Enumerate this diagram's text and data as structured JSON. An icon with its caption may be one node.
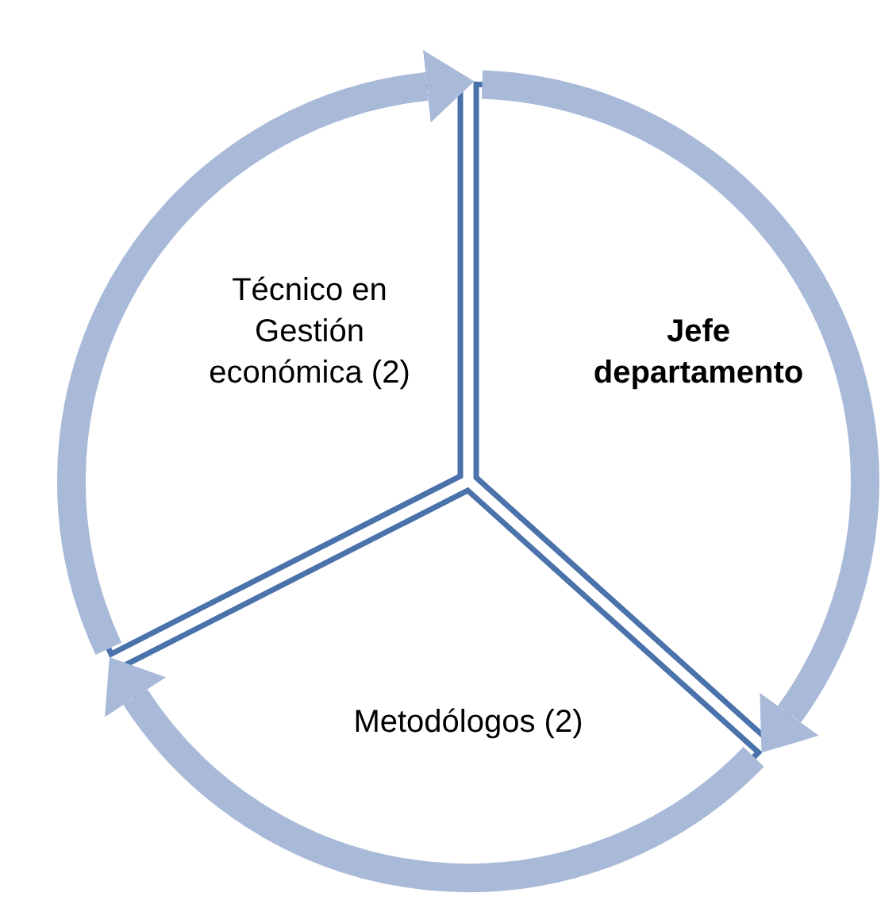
{
  "diagram": {
    "nodes": [
      {
        "text": [
          "Técnico en Gestión económica (2)"
        ]
      },
      {
        "text": [
          "Jefe departamento"
        ]
      },
      {
        "text": [
          "Metodólogos (2)"
        ]
      }
    ],
    "edges": [
      {
        "from": 0,
        "to": 1,
        "arrow": "to"
      },
      {
        "from": 1,
        "to": 2,
        "arrow": "to"
      },
      {
        "from": 2,
        "to": 0,
        "arrow": "to"
      }
    ]
  }
}
